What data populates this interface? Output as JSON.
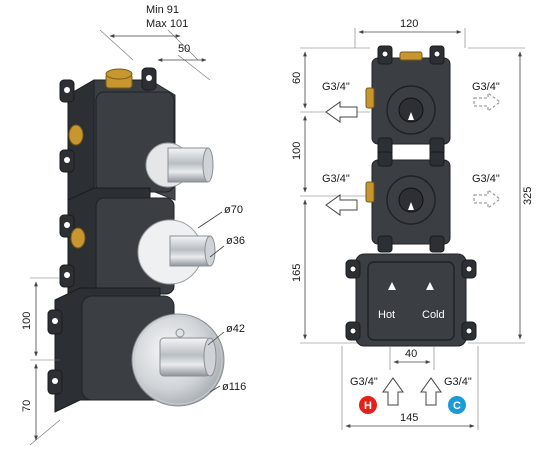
{
  "left_view": {
    "dims": {
      "min": "Min 91",
      "max": "Max 101",
      "depth": "50",
      "diam_70": "ø70",
      "diam_36": "ø36",
      "diam_42": "ø42",
      "diam_116": "ø116",
      "height_100": "100",
      "height_70": "70"
    }
  },
  "right_view": {
    "dims": {
      "width_120": "120",
      "top_60": "60",
      "mid_100": "100",
      "bottom_165": "165",
      "total_325": "325",
      "spacing_40": "40",
      "overall_145": "145"
    },
    "ports": {
      "top_left": "G3/4\"",
      "top_right": "G3/4\"",
      "mid_left": "G3/4\"",
      "mid_right": "G3/4\"",
      "hot_in": "G3/4\"",
      "cold_in": "G3/4\""
    },
    "box_labels": {
      "hot": "Hot",
      "cold": "Cold"
    },
    "badges": {
      "hot": "H",
      "cold": "C"
    },
    "colors": {
      "hot_badge": "#e32119",
      "cold_badge": "#1a9ad6",
      "body": "#3b3f44",
      "brass": "#c7962f"
    }
  }
}
